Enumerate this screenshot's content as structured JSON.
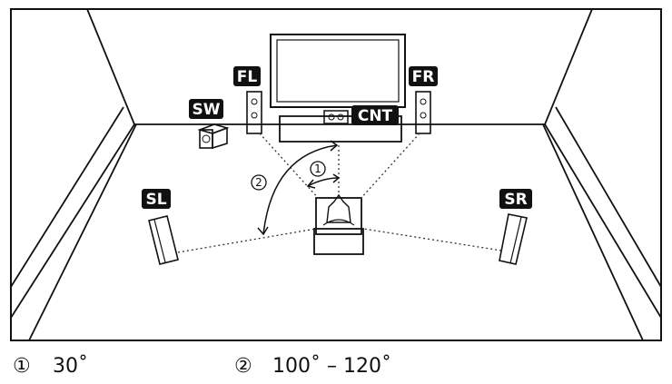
{
  "speakers": {
    "fl": "FL",
    "fr": "FR",
    "sw": "SW",
    "cnt": "CNT",
    "sl": "SL",
    "sr": "SR"
  },
  "angles": {
    "marker1": "①",
    "marker2": "②",
    "value1": "30˚",
    "value2": "100˚ – 120˚"
  }
}
